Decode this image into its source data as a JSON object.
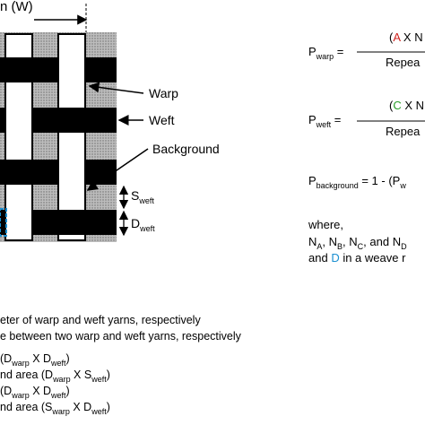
{
  "colors": {
    "yarn": "#000000",
    "background_fill": "#cfcfcf",
    "accent_red": "#d0231f",
    "accent_green": "#2a9d2a",
    "accent_blue": "#1a8fd0"
  },
  "top_label": "n (W)",
  "labels": {
    "warp": "Warp",
    "weft": "Weft",
    "background": "Background",
    "s_weft_main": "S",
    "s_weft_sub": "weft",
    "d_weft_main": "D",
    "d_weft_sub": "weft"
  },
  "formulas": {
    "p_warp": {
      "p": "P",
      "sub": "warp",
      "eq": " =",
      "open": "(",
      "letter": "A",
      "rest": " X N",
      "denom": "Repea"
    },
    "p_weft": {
      "p": "P",
      "sub": "weft",
      "eq": " =",
      "open": "(",
      "letter": "C",
      "rest": " X N",
      "denom": "Repea"
    },
    "p_background": {
      "p": "P",
      "sub": "background",
      "rest": " = 1 - (P",
      "sub2": "w"
    }
  },
  "where": {
    "title": "where,",
    "line1_parts": [
      "N",
      "A",
      ", N",
      "B",
      ", N",
      "C",
      ", and N",
      "D"
    ],
    "line2_prefix": "and ",
    "line2_letter": "D",
    "line2_suffix": " in a weave r"
  },
  "legend": {
    "line1": "eter of warp and weft yarns, respectively",
    "line2": "e between two warp and weft yarns, respectively",
    "line3": {
      "pre": "(D",
      "s1": "warp",
      "mid": " X D",
      "s2": "weft",
      "post": ")"
    },
    "line4": {
      "pre": "nd area (D",
      "s1": "warp",
      "mid": " X S",
      "s2": "weft",
      "post": ")"
    },
    "line5": {
      "pre": "(D",
      "s1": "warp",
      "mid": " X D",
      "s2": "weft",
      "post": ")"
    },
    "line6": {
      "pre": "nd area (S",
      "s1": "warp",
      "mid": " X D",
      "s2": "weft",
      "post": ")"
    }
  }
}
